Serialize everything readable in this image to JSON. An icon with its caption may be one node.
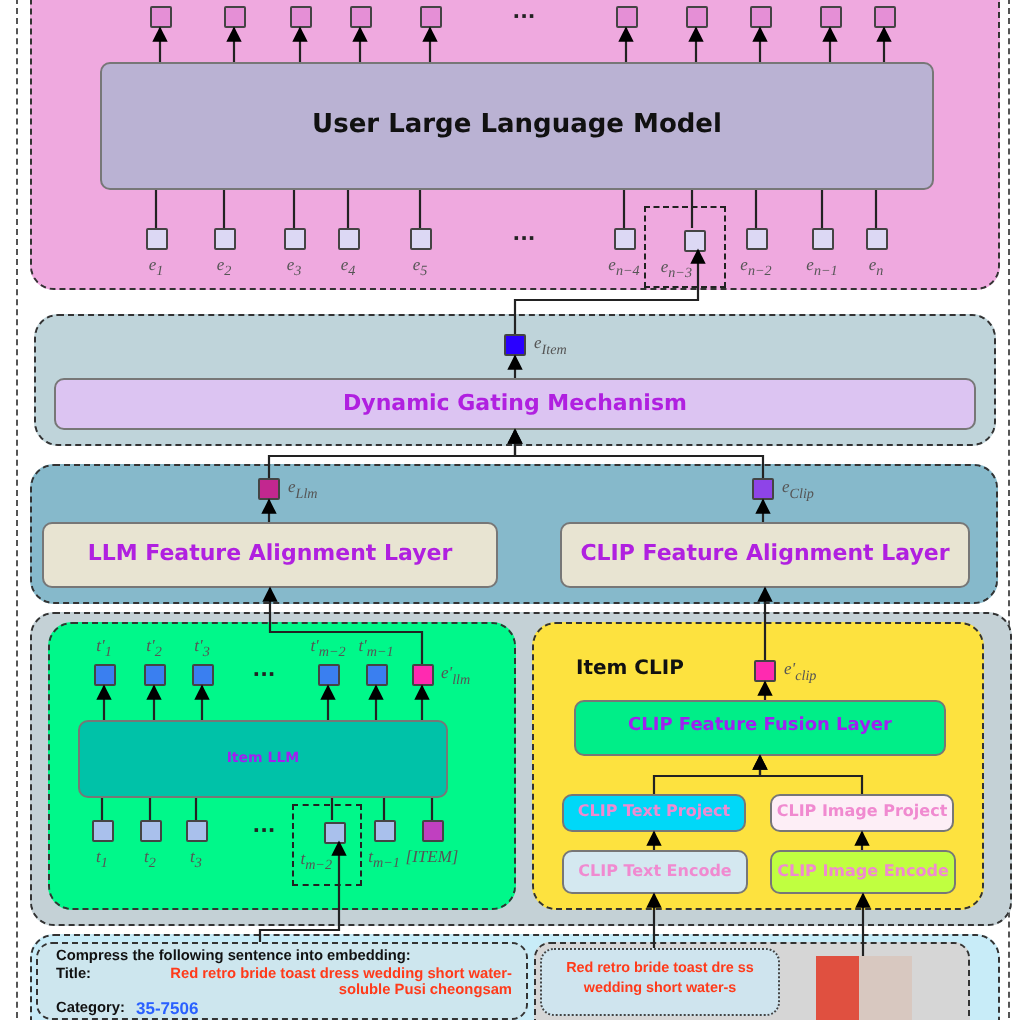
{
  "diagram": {
    "nodes": [
      {
        "text": [],
        "shape": "box"
      },
      {
        "text": [],
        "shape": "box",
        "in": 0
      },
      {
        "text": [],
        "shape": "box",
        "in": 0
      },
      {
        "text": [],
        "shape": "box",
        "in": 0
      },
      {
        "text": [],
        "shape": "box",
        "in": 0
      },
      {
        "text": [],
        "shape": "box",
        "in": 0
      },
      {
        "text": [],
        "shape": "box",
        "in": 0
      },
      {
        "text": [],
        "shape": "box",
        "in": 0
      },
      {
        "text": [],
        "shape": "box",
        "in": 0
      },
      {
        "text": [],
        "shape": "box",
        "in": 0
      },
      {
        "text": [],
        "shape": "box",
        "in": 0
      },
      {
        "text": [
          "User Large Language Model"
        ],
        "in": 0
      },
      {
        "text": [],
        "shape": "box",
        "in": 0,
        "beside": [
          "e$_{1}$"
        ]
      },
      {
        "text": [],
        "shape": "box",
        "in": 0,
        "beside": [
          "e$_{2}$"
        ]
      },
      {
        "text": [],
        "shape": "box",
        "in": 0,
        "beside": [
          "e$_{3}$"
        ]
      },
      {
        "text": [],
        "shape": "box",
        "in": 0,
        "beside": [
          "e$_{4}$"
        ]
      },
      {
        "text": [],
        "shape": "box",
        "in": 0,
        "beside": [
          "e$_{5}$"
        ]
      },
      {
        "text": [],
        "shape": "box",
        "in": 0,
        "beside": [
          "e$_{n−4}$"
        ]
      },
      {
        "text": [],
        "shape": "box",
        "in": 0
      },
      {
        "text": [],
        "shape": "box",
        "in": 18,
        "beside": [
          "e$_{n−3}$"
        ]
      },
      {
        "text": [],
        "shape": "box",
        "in": 0,
        "beside": [
          "e$_{n−2}$"
        ]
      },
      {
        "text": [],
        "shape": "box",
        "in": 0,
        "beside": [
          "e$_{n−1}$"
        ]
      },
      {
        "text": [],
        "shape": "box",
        "in": 0,
        "beside": [
          "e$_{n}$"
        ]
      },
      {
        "text": [],
        "shape": "box"
      },
      {
        "text": [],
        "shape": "box",
        "in": 23,
        "beside": [
          "e$_{Item}$"
        ]
      },
      {
        "text": [
          "Dynamic Gating Mechanism"
        ],
        "in": 23
      },
      {
        "text": [],
        "shape": "box"
      },
      {
        "text": [],
        "shape": "box",
        "in": 26,
        "beside": [
          "e$_{Llm}$"
        ]
      },
      {
        "text": [],
        "shape": "box",
        "in": 26,
        "beside": [
          "e$_{Clip}$"
        ]
      },
      {
        "text": [
          "LLM Feature Alignment Layer"
        ],
        "in": 26
      },
      {
        "text": [
          "CLIP Feature Alignment Layer"
        ],
        "in": 26
      },
      {
        "text": [],
        "shape": "box"
      },
      {
        "text": [],
        "shape": "box",
        "in": 31
      },
      {
        "text": [],
        "shape": "box",
        "in": 32,
        "beside": [
          "t'$_{1}$"
        ]
      },
      {
        "text": [],
        "shape": "box",
        "in": 32,
        "beside": [
          "t'$_{2}$"
        ]
      },
      {
        "text": [],
        "shape": "box",
        "in": 32,
        "beside": [
          "t'$_{3}$"
        ]
      },
      {
        "text": [],
        "shape": "box",
        "in": 32,
        "beside": [
          "t'$_{m−2}$"
        ]
      },
      {
        "text": [],
        "shape": "box",
        "in": 32,
        "beside": [
          "t'$_{m−1}$"
        ]
      },
      {
        "text": [],
        "shape": "box",
        "in": 32,
        "beside": [
          "e'$_{llm}$"
        ]
      },
      {
        "text": [
          "Item LLM"
        ],
        "in": 32
      },
      {
        "text": [],
        "shape": "box",
        "in": 32,
        "beside": [
          "t$_{1}$"
        ]
      },
      {
        "text": [],
        "shape": "box",
        "in": 32,
        "beside": [
          "t$_{2}$"
        ]
      },
      {
        "text": [],
        "shape": "box",
        "in": 32,
        "beside": [
          "t$_{3}$"
        ]
      },
      {
        "text": [],
        "shape": "box",
        "in": 32
      },
      {
        "text": [],
        "shape": "box",
        "in": 43,
        "beside": [
          "t$_{m−2}$"
        ]
      },
      {
        "text": [],
        "shape": "box",
        "in": 32,
        "beside": [
          "t$_{m−1}$"
        ]
      },
      {
        "text": [],
        "shape": "box",
        "in": 32,
        "beside": [
          "[ITEM]"
        ]
      },
      {
        "text": [
          "Item CLIP"
        ],
        "in": 31
      },
      {
        "text": [],
        "shape": "box",
        "in": 47,
        "beside": [
          "e'$_{clip}$"
        ]
      },
      {
        "text": [
          "CLIP Feature Fusion Layer"
        ],
        "in": 47
      },
      {
        "text": [
          "CLIP Text Project"
        ],
        "in": 47
      },
      {
        "text": [
          "CLIP Image Project"
        ],
        "in": 47
      },
      {
        "text": [
          "CLIP Text Encode"
        ],
        "in": 47
      },
      {
        "text": [
          "CLIP Image Encode"
        ],
        "in": 47
      },
      {
        "text": [],
        "shape": "box"
      },
      {
        "text": [
          "Compress the following sentence into embedding:",
          "Title:",
          "Red retro bride toast dress wedding short water-soluble Pusi cheongsam",
          "Category:",
          "35-7506"
        ],
        "in": 54
      },
      {
        "text": [],
        "shape": "box",
        "in": 54
      },
      {
        "text": [
          "Red retro bride toast dre ss wedding short water-s"
        ],
        "in": 56
      },
      {
        "text": [],
        "shape": "picture",
        "in": 56
      }
    ],
    "edges": [
      {
        "from": 11,
        "to": 1,
        "arrow": "to"
      },
      {
        "from": 11,
        "to": 2,
        "arrow": "to"
      },
      {
        "from": 11,
        "to": 3,
        "arrow": "to"
      },
      {
        "from": 11,
        "to": 4,
        "arrow": "to"
      },
      {
        "from": 11,
        "to": 5,
        "arrow": "to"
      },
      {
        "from": 11,
        "to": 6,
        "arrow": "to"
      },
      {
        "from": 11,
        "to": 7,
        "arrow": "to"
      },
      {
        "from": 11,
        "to": 8,
        "arrow": "to"
      },
      {
        "from": 11,
        "to": 9,
        "arrow": "to"
      },
      {
        "from": 11,
        "to": 10,
        "arrow": "to"
      },
      {
        "from": 12,
        "to": 11,
        "arrow": "none"
      },
      {
        "from": 13,
        "to": 11,
        "arrow": "none"
      },
      {
        "from": 14,
        "to": 11,
        "arrow": "none"
      },
      {
        "from": 15,
        "to": 11,
        "arrow": "none"
      },
      {
        "from": 16,
        "to": 11,
        "arrow": "none"
      },
      {
        "from": 17,
        "to": 11,
        "arrow": "none"
      },
      {
        "from": 19,
        "to": 11,
        "arrow": "none"
      },
      {
        "from": 20,
        "to": 11,
        "arrow": "none"
      },
      {
        "from": 21,
        "to": 11,
        "arrow": "none"
      },
      {
        "from": 22,
        "to": 11,
        "arrow": "none"
      },
      {
        "from": 24,
        "to": 19,
        "arrow": "to"
      },
      {
        "from": 25,
        "to": 24,
        "arrow": "to"
      },
      {
        "from": 27,
        "to": 25,
        "arrow": "to"
      },
      {
        "from": 28,
        "to": 25,
        "arrow": "to"
      },
      {
        "from": 29,
        "to": 27,
        "arrow": "to"
      },
      {
        "from": 30,
        "to": 28,
        "arrow": "to"
      },
      {
        "from": 38,
        "to": 29,
        "arrow": "to"
      },
      {
        "from": 48,
        "to": 30,
        "arrow": "to"
      },
      {
        "from": 39,
        "to": 33,
        "arrow": "to"
      },
      {
        "from": 39,
        "to": 34,
        "arrow": "to"
      },
      {
        "from": 39,
        "to": 35,
        "arrow": "to"
      },
      {
        "from": 39,
        "to": 36,
        "arrow": "to"
      },
      {
        "from": 39,
        "to": 37,
        "arrow": "to"
      },
      {
        "from": 39,
        "to": 38,
        "arrow": "to"
      },
      {
        "from": 40,
        "to": 39,
        "arrow": "none"
      },
      {
        "from": 41,
        "to": 39,
        "arrow": "none"
      },
      {
        "from": 42,
        "to": 39,
        "arrow": "none"
      },
      {
        "from": 44,
        "to": 39,
        "arrow": "none"
      },
      {
        "from": 45,
        "to": 39,
        "arrow": "none"
      },
      {
        "from": 46,
        "to": 39,
        "arrow": "none"
      },
      {
        "from": 49,
        "to": 48,
        "arrow": "to"
      },
      {
        "from": 50,
        "to": 49,
        "arrow": "to"
      },
      {
        "from": 51,
        "to": 49,
        "arrow": "to"
      },
      {
        "from": 52,
        "to": 50,
        "arrow": "to"
      },
      {
        "from": 53,
        "to": 51,
        "arrow": "to"
      },
      {
        "from": 55,
        "to": 44,
        "arrow": "to"
      },
      {
        "from": 57,
        "to": 52,
        "arrow": "to"
      },
      {
        "from": 58,
        "to": 53,
        "arrow": "to"
      }
    ],
    "labels": [
      "···",
      "···",
      "···",
      "···"
    ]
  }
}
